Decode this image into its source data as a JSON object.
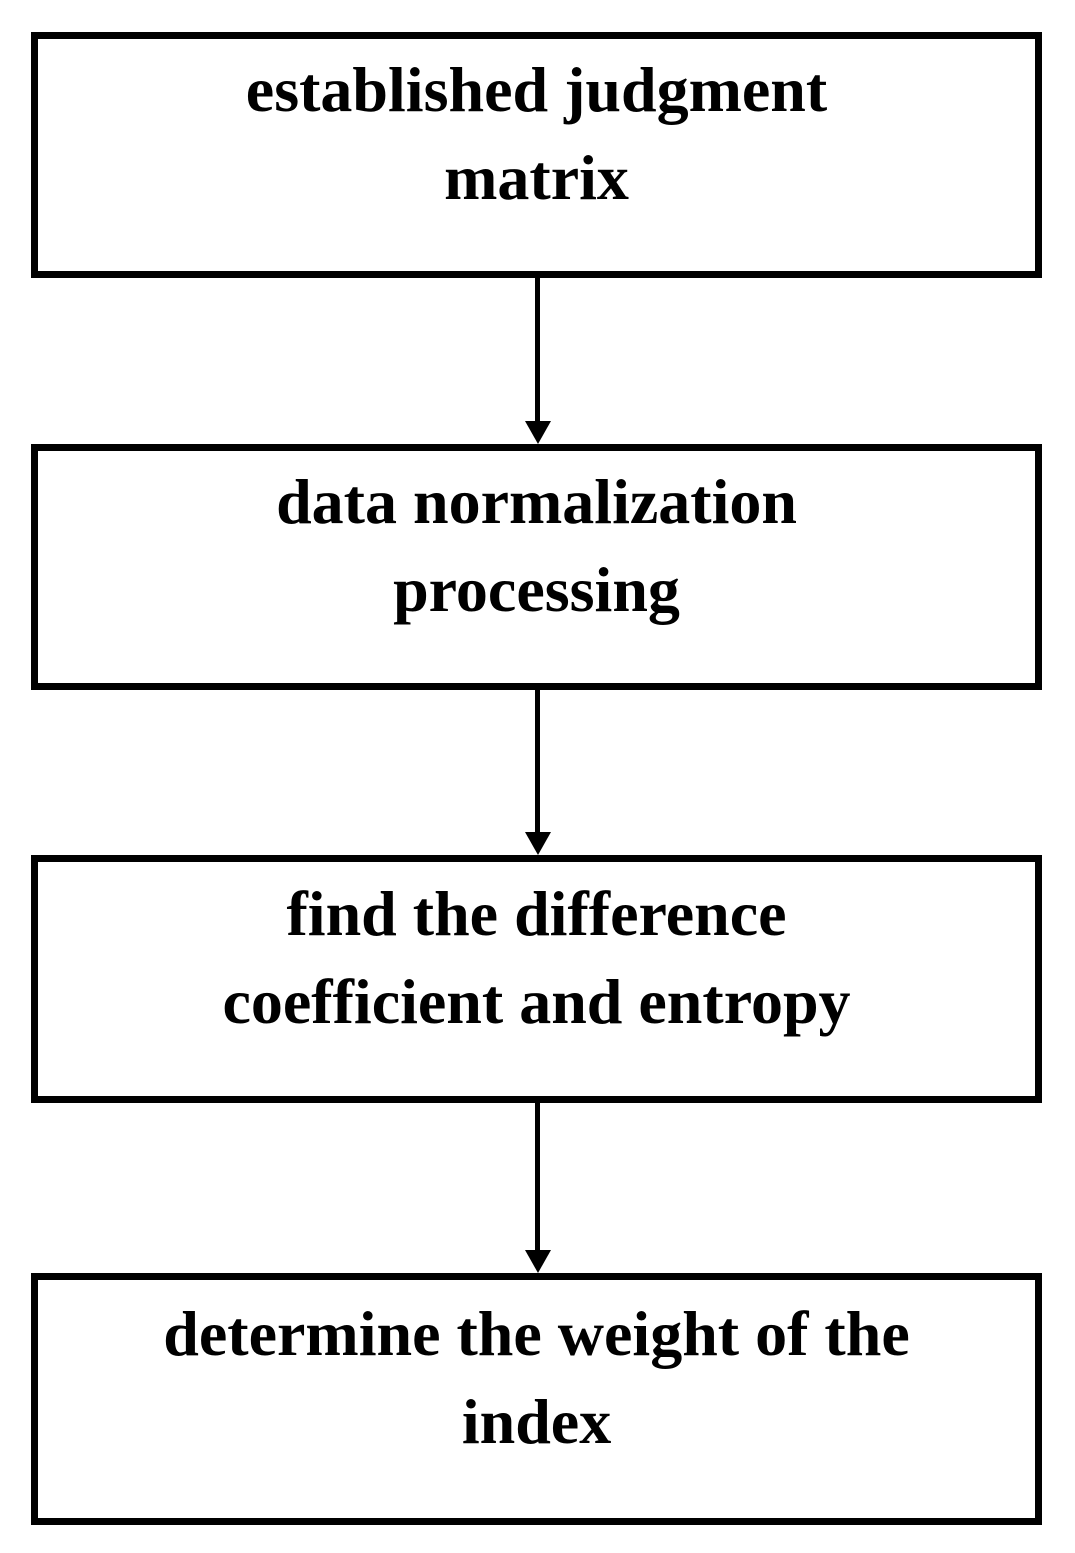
{
  "diagram": {
    "type": "flowchart",
    "direction": "top-down",
    "background_color": "#ffffff",
    "box_border_color": "#000000",
    "text_color": "#000000",
    "arrow_color": "#000000",
    "nodes": [
      {
        "id": "established-judgment-matrix",
        "lines": [
          "established judgment",
          "matrix"
        ],
        "label": "established judgment matrix"
      },
      {
        "id": "data-normalization-processing",
        "lines": [
          "data normalization",
          "processing"
        ],
        "label": "data normalization processing"
      },
      {
        "id": "find-difference-coefficient-entropy",
        "lines": [
          "find the difference",
          "coefficient and entropy"
        ],
        "label": "find the difference coefficient and entropy"
      },
      {
        "id": "determine-weight-of-index",
        "lines": [
          "determine the weight of the",
          "index"
        ],
        "label": "determine the weight of the index"
      }
    ],
    "connectors": [
      {
        "from": "established-judgment-matrix",
        "to": "data-normalization-processing",
        "style": "arrow-down"
      },
      {
        "from": "data-normalization-processing",
        "to": "find-difference-coefficient-entropy",
        "style": "arrow-down"
      },
      {
        "from": "find-difference-coefficient-entropy",
        "to": "determine-weight-of-index",
        "style": "arrow-down"
      }
    ]
  }
}
